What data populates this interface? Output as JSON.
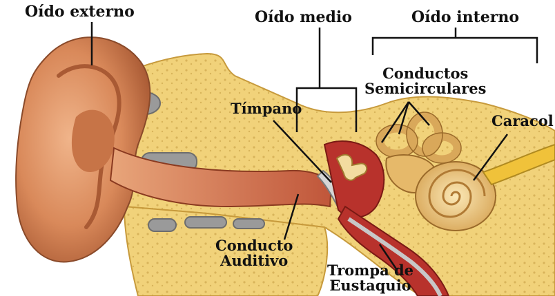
{
  "labels": {
    "oido_externo": "Oído externo",
    "oido_medio": "Oído medio",
    "oido_interno": "Oído interno",
    "conductos_semicirculares": [
      "Conductos",
      "Semicirculares"
    ],
    "timpano": "Tímpano",
    "caracol": "Caracol",
    "conducto_auditivo": [
      "Conducto",
      "Auditivo"
    ],
    "trompa_de_eustaquio": [
      "Trompa de",
      "Eustaquio"
    ]
  },
  "colors": {
    "skin": "#d9895a",
    "skin_dark": "#b9623a",
    "bone": "#f1d27a",
    "bone_light": "#f7e6a8",
    "cavity": "#b8322c",
    "cartilage": "#9a9a9a",
    "nerve": "#f0c23a",
    "line": "#111111"
  }
}
